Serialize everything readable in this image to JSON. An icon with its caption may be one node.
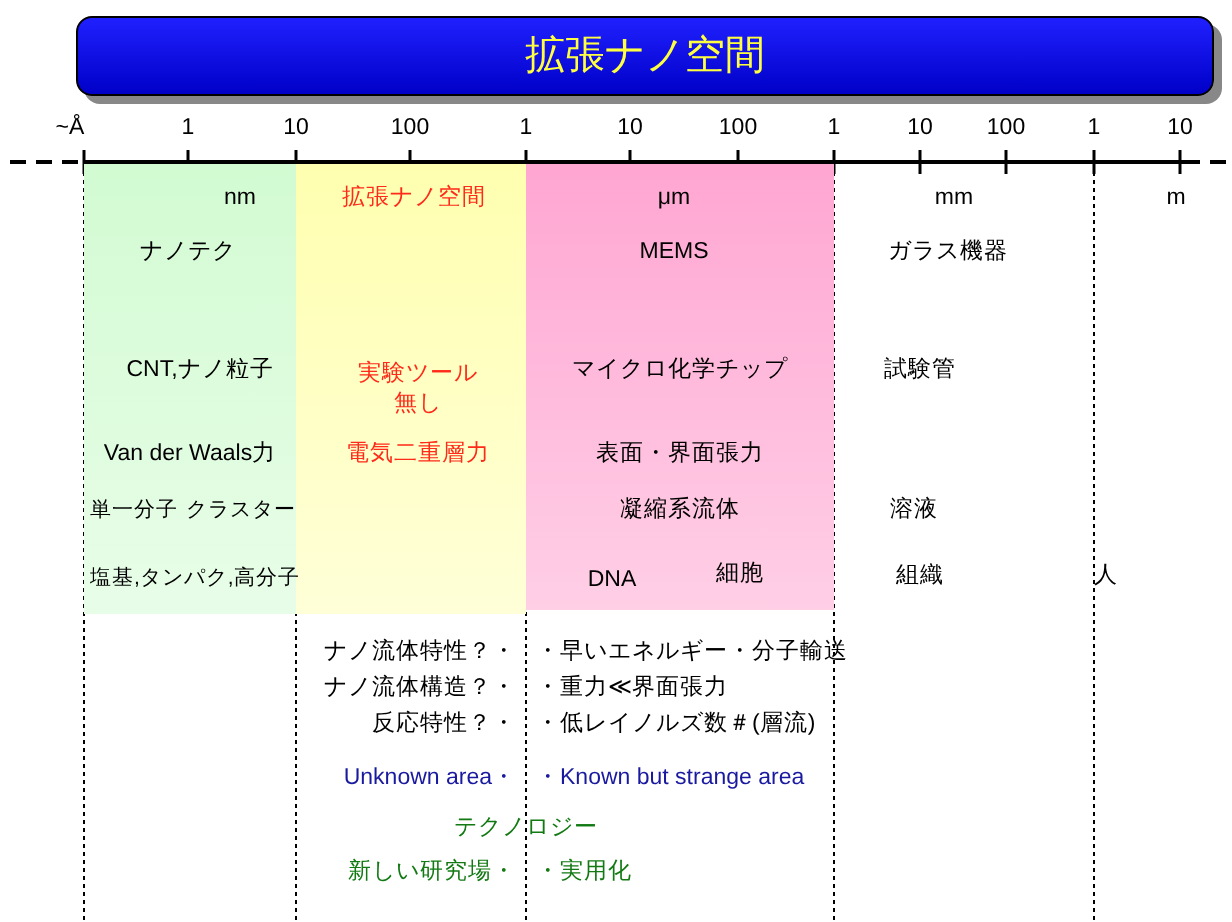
{
  "diagram": {
    "title": "拡張ナノ空間",
    "nodes": [
      {
        "text": [
          "nm",
          "ナノテク",
          "CNT,ナノ粒子",
          "Van der Waals力",
          "単一分子",
          "クラスター",
          "塩基,タンパク,高分子"
        ]
      },
      {
        "text": [
          "拡張ナノ空間",
          "実験ツール無し",
          "電気二重層力"
        ]
      },
      {
        "text": [
          "μm",
          "MEMS",
          "マイクロ化学チップ",
          "表面・界面張力",
          "凝縮系流体",
          "DNA",
          "細胞"
        ]
      }
    ],
    "labels": [
      "~Å",
      "1",
      "10",
      "100",
      "1",
      "10",
      "100",
      "1",
      "10",
      "100",
      "1",
      "10",
      "mm",
      "m",
      "ガラス機器",
      "試験管",
      "溶液",
      "組織",
      "人",
      "ナノ流体特性？・",
      "・早いエネルギー・分子輸送",
      "ナノ流体構造？・",
      "・重力≪界面張力",
      "反応特性？・",
      "・低レイノルズ数＃(層流)",
      "Unknown area・",
      "・Known but strange area",
      "テクノロジー",
      "新しい研究場・",
      "・実用化"
    ]
  }
}
